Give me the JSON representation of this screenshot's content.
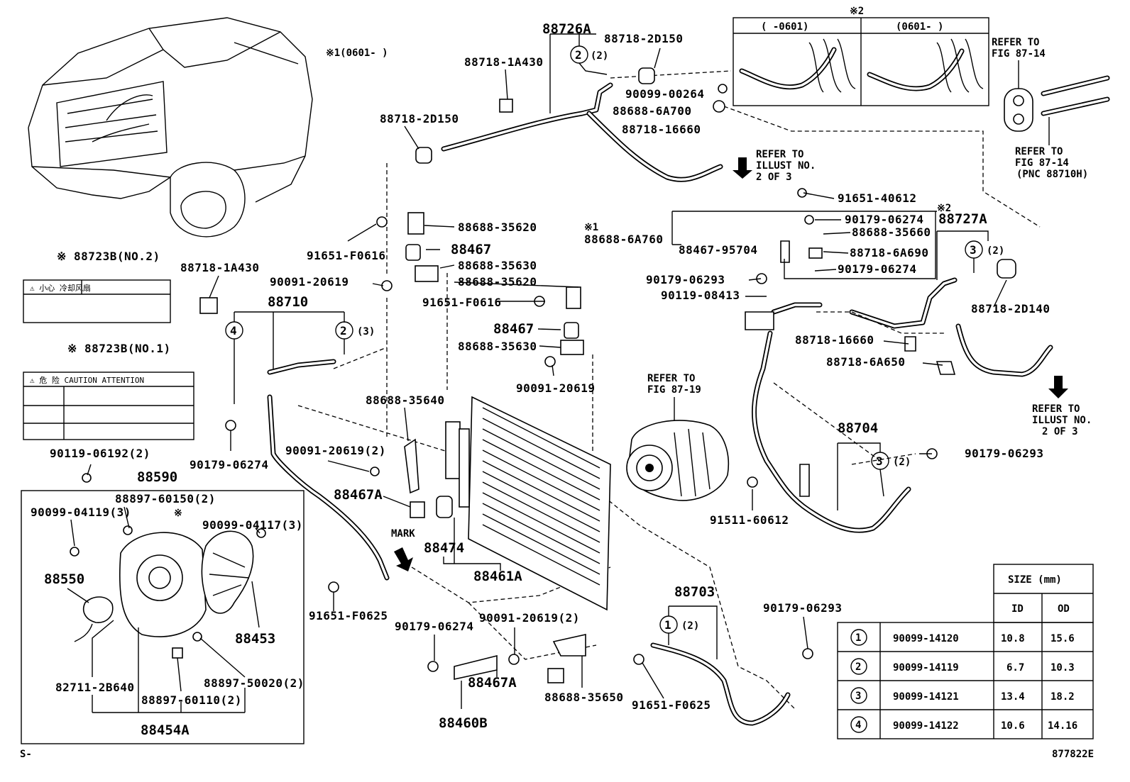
{
  "diagram_id": "877822E",
  "footer_left": "S-",
  "notes": {
    "note1": "※1(0601-     )",
    "note2": "※2",
    "note2_left": "(     -0601)",
    "note2_right": "(0601-     )",
    "note_x1": "※1",
    "note_x2": "※2",
    "note_x": "※"
  },
  "refers": {
    "fig8714_top": [
      "REFER TO",
      "FIG 87-14"
    ],
    "fig8714_bottom": [
      "REFER TO",
      "FIG 87-14",
      "(PNC 88710H)"
    ],
    "illust_upper": [
      "REFER TO",
      "ILLUST NO.",
      "2 OF 3"
    ],
    "illust_right": [
      "REFER TO",
      "ILLUST NO.",
      "2 OF 3"
    ],
    "fig8719": [
      "REFER TO",
      "FIG 87-19"
    ]
  },
  "labels": {
    "label2_title": "※ 88723B(NO.2)",
    "label2_text": "⚠ 小心  冷却风扇",
    "label1_title": "※ 88723B(NO.1)",
    "label1_text": "⚠ 危 险  CAUTION  ATTENTION"
  },
  "part_numbers": {
    "p88726A": "88726A",
    "p88718_2D150_top": "88718-2D150",
    "p88718_1A430_top": "88718-1A430",
    "p90099_00264": "90099-00264",
    "p88688_6A700": "88688-6A700",
    "p88718_16660_top": "88718-16660",
    "p88718_2D150_left": "88718-2D150",
    "p91651_40612": "91651-40612",
    "p90179_06274_r1": "90179-06274",
    "p88688_35660": "88688-35660",
    "p88688_6A760": "88688-6A760",
    "p88467_95704": "88467-95704",
    "p88718_6A690": "88718-6A690",
    "p90179_06274_r2": "90179-06274",
    "p88727A": "88727A",
    "p90179_06293_top": "90179-06293",
    "p90119_08413": "90119-08413",
    "p88718_2D140": "88718-2D140",
    "p88718_16660_mid": "88718-16660",
    "p88718_6A650": "88718-6A650",
    "p88688_35620_a": "88688-35620",
    "p91651_F0616_a": "91651-F0616",
    "p88467_a": "88467",
    "p88688_35630_a": "88688-35630",
    "p88718_1A430_left": "88718-1A430",
    "p90091_20619_a": "90091-20619",
    "p88688_35620_b": "88688-35620",
    "p91651_F0616_b": "91651-F0616",
    "p88710": "88710",
    "p88467_b": "88467",
    "p88688_35630_b": "88688-35630",
    "p90091_20619_b": "90091-20619",
    "p88688_35640": "88688-35640",
    "p90091_20619_2": "90091-20619(2)",
    "p88467A_a": "88467A",
    "p90179_06274_left": "90179-06274",
    "p90119_06192": "90119-06192(2)",
    "p88590": "88590",
    "p88897_60150": "88897-60150(2)",
    "p90099_04119": "90099-04119(3)",
    "p90099_04117": "90099-04117(3)",
    "p88550": "88550",
    "p88453": "88453",
    "p82711_2B640": "82711-2B640",
    "p88897_50020": "88897-50020(2)",
    "p88897_60110": "88897-60110(2)",
    "p88454A": "88454A",
    "mark": "MARK",
    "p88474": "88474",
    "p88461A": "88461A",
    "p91651_F0625_a": "91651-F0625",
    "p90179_06274_bot": "90179-06274",
    "p90091_20619_bot": "90091-20619(2)",
    "p88467A_b": "88467A",
    "p88688_35650": "88688-35650",
    "p88460B": "88460B",
    "p88704": "88704",
    "p90179_06293_r": "90179-06293",
    "p91511_60612": "91511-60612",
    "p88703": "88703",
    "p90179_06293_bot": "90179-06293",
    "p91651_F0625_b": "91651-F0625"
  },
  "callouts": {
    "c2_top": "2",
    "c2_top_qty": "(2)",
    "c3_right": "3",
    "c3_right_qty": "(2)",
    "c4_left": "4",
    "c2_left": "2",
    "c2_left_qty": "(3)",
    "c3_mid": "3",
    "c3_mid_qty": "(2)",
    "c1_bot": "1",
    "c1_bot_qty": "(2)"
  },
  "size_table": {
    "header_size": "SIZE (mm)",
    "header_id": "ID",
    "header_od": "OD",
    "rows": [
      {
        "num": "1",
        "part": "90099-14120",
        "id": "10.8",
        "od": "15.6"
      },
      {
        "num": "2",
        "part": "90099-14119",
        "id": "6.7",
        "od": "10.3"
      },
      {
        "num": "3",
        "part": "90099-14121",
        "id": "13.4",
        "od": "18.2"
      },
      {
        "num": "4",
        "part": "90099-14122",
        "id": "10.6",
        "od": "14.16"
      }
    ]
  }
}
